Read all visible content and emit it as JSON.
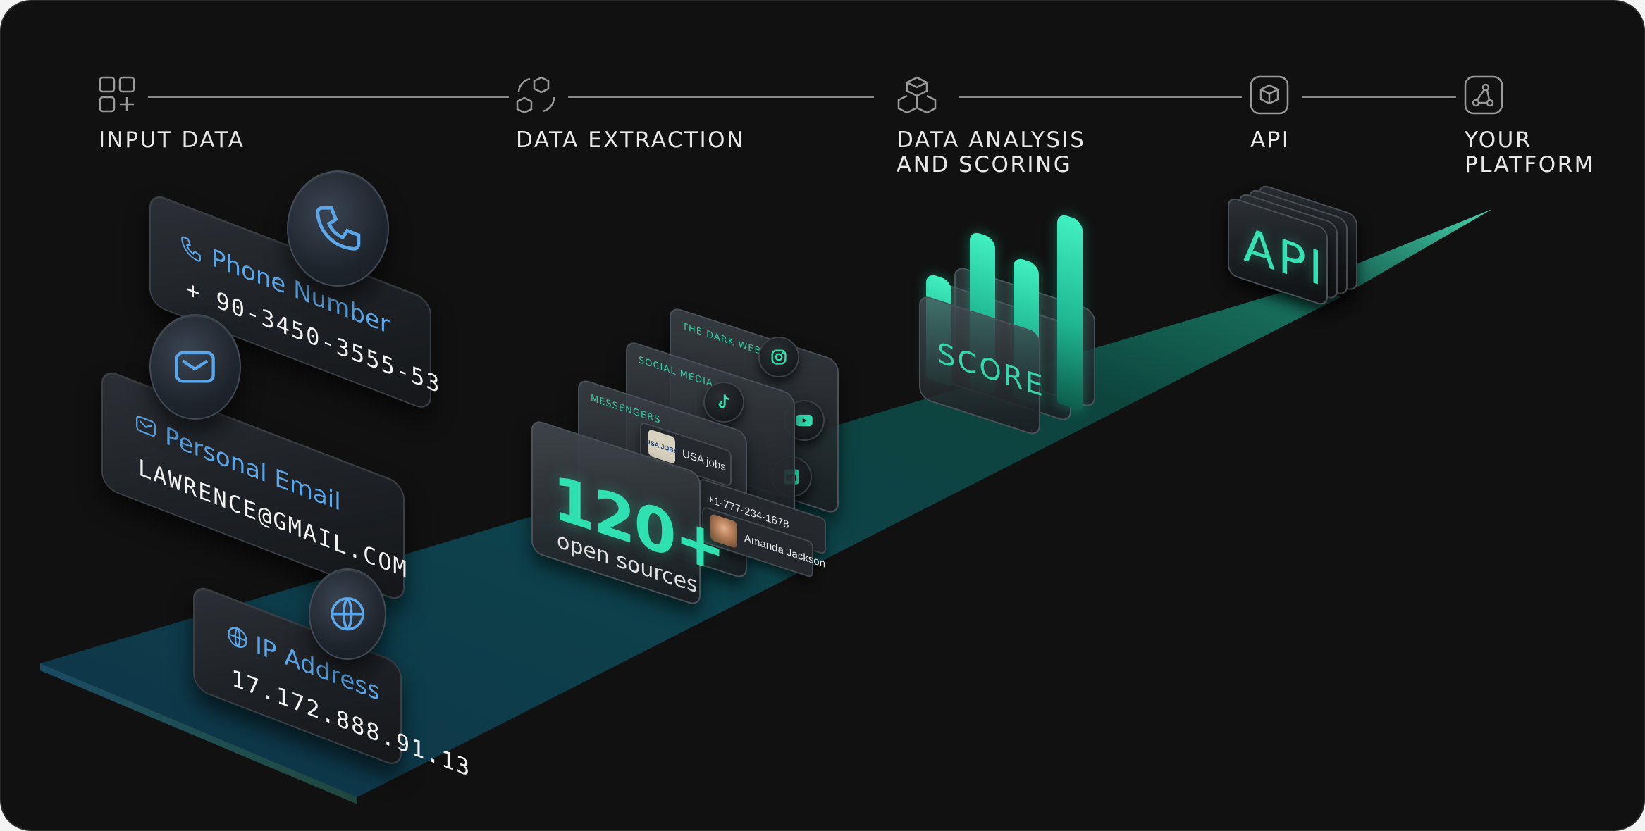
{
  "steps": [
    {
      "label": "INPUT DATA",
      "icon": "grid-plus-icon"
    },
    {
      "label": "DATA EXTRACTION",
      "icon": "cubes-cycle-icon"
    },
    {
      "label": "DATA ANALYSIS\nAND SCORING",
      "icon": "stacked-cubes-icon"
    },
    {
      "label": "API",
      "icon": "cube-in-square-icon"
    },
    {
      "label": "YOUR\nPLATFORM",
      "icon": "share-nodes-icon"
    }
  ],
  "inputs": {
    "phone": {
      "title": "Phone Number",
      "value": "+ 90-3450-3555-53",
      "icon": "phone-icon"
    },
    "email": {
      "title": "Personal Email",
      "value": "LAWRENCE@GMAIL.COM",
      "icon": "mail-icon"
    },
    "ip": {
      "title": "IP Address",
      "value": "17.172.888.91.13",
      "icon": "globe-icon"
    }
  },
  "extraction": {
    "dark_web": "THE DARK WEB",
    "social_media": "SOCIAL MEDIA",
    "messengers": "MESSENGERS",
    "chips": {
      "jobs": "USA jobs",
      "phone": "+1-777-234-1678",
      "name": "Amanda Jackson",
      "jobs_logo": "USA JOBS"
    },
    "count": "120+",
    "count_label": "open sources"
  },
  "analysis": {
    "score_label": "SCORE"
  },
  "api": {
    "label": "API"
  },
  "colors": {
    "accent": "#2fe0b0",
    "blue": "#5aa6e8",
    "background": "#111111"
  }
}
